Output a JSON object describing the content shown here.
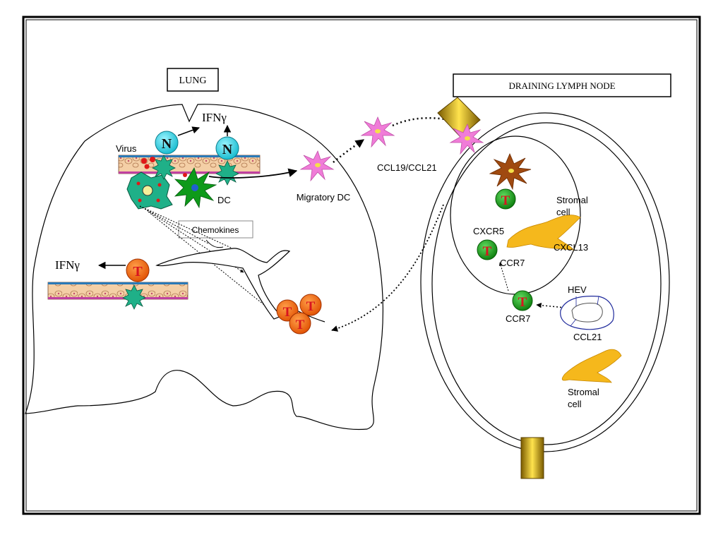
{
  "regions": {
    "lung_title": "LUNG",
    "lymph_node_title": "DRAINING LYMPH NODE"
  },
  "labels": {
    "virus": "Virus",
    "dc": "DC",
    "migratory_dc": "Migratory DC",
    "chemokines": "Chemokines",
    "ifng_top": "IFNγ",
    "ifng_left": "IFNγ",
    "ccl19_ccl21": "CCL19/CCL21",
    "stromal_cell_top_line1": "Stromal",
    "stromal_cell_top_line2": "cell",
    "cxcr5": "CXCR5",
    "cxcl13": "CXCL13",
    "ccr7_mid": "CCR7",
    "ccr7_low": "CCR7",
    "hev": "HEV",
    "ccl21": "CCL21",
    "stromal_cell_bottom_line1": "Stromal",
    "stromal_cell_bottom_line2": "cell"
  },
  "cells": {
    "neutrophil_letter": "N",
    "t_cell_letter": "T"
  },
  "colors": {
    "neutrophil": "#29d3e0",
    "t_cell_lung": "#f06418",
    "t_cell_node": "#1e9e1e",
    "t_letter_red": "#d8141e",
    "dc_pink": "#f07cd8",
    "dc_brown": "#a04a10",
    "infected_cell": "#1fb088",
    "stromal": "#f5b81c",
    "gold": "#d9b400",
    "hev_blue": "#1f2a9c"
  }
}
